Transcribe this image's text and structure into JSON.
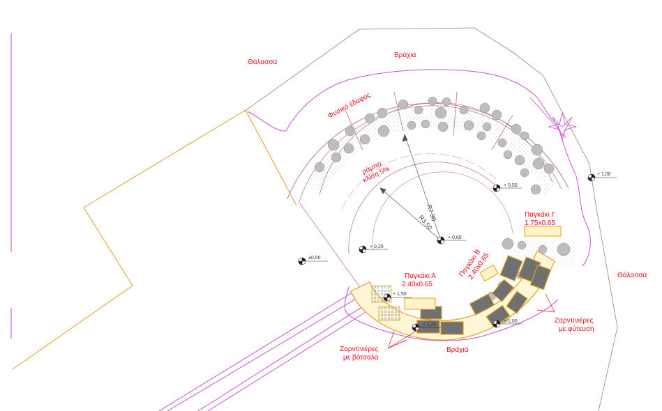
{
  "colors": {
    "coast": "#c84fd8",
    "site_boundary": "#e0a020",
    "terrain": "#b07878",
    "text": "#e0101a",
    "bench_fill": "#fff3c8",
    "bench_stroke": "#e0a020",
    "planter": "#707070",
    "shrub": "#bdbdbd"
  },
  "labels": {
    "sea_left": "Θάλασσα",
    "sea_right": "Θάλασσα",
    "rocks_top": "Βράχια",
    "rocks_bottom": "Βράχια",
    "natural_ground": "Φυσικό έδαφος",
    "ramp_line1": "ράμπα",
    "ramp_line2": "κλίση 5%",
    "bench_a_name": "Παγκάκι Α",
    "bench_a_size": "2.40x0.65",
    "bench_b_name": "Παγκάκι Β",
    "bench_b_size": "2.40x0.65",
    "bench_c_name": "Παγκάκι Γ",
    "bench_c_size": "1.75x0.65",
    "planters_pebbles_line1": "Ζαρντινιέρες",
    "planters_pebbles_line2": "με βότσαλα",
    "planters_plants_line1": "Ζαρντινιέρες",
    "planters_plants_line2": "με φύτευση"
  },
  "dimensions": {
    "outer_radius": "R7.90",
    "inner_radius": "R3.50"
  },
  "levels": {
    "lvl_000": "±0,00",
    "lvl_020": "+ 0,20",
    "lvl_060": "+ 0,60",
    "lvl_050": "+ 0,50",
    "lvl_100": "+ 1,00",
    "lvl_150": "+ 1,50",
    "lvl_120": "+ 1,20",
    "lvl_bottom": "+ 1,00"
  }
}
